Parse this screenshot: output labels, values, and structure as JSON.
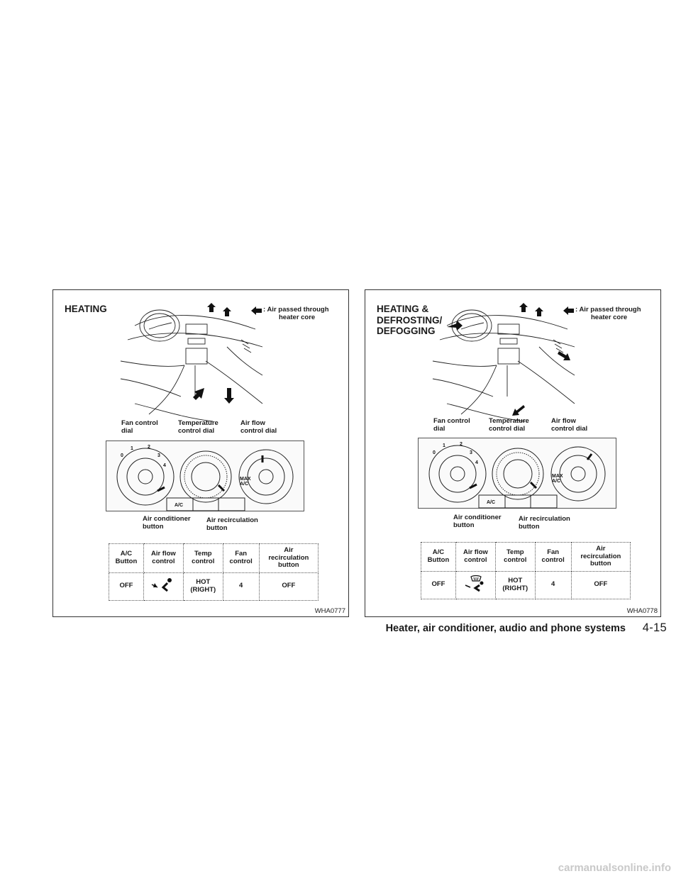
{
  "panels": [
    {
      "title": "HEATING",
      "legend": "Air passed through heater core",
      "legend_line1": ": Air passed through",
      "legend_line2": "heater core",
      "labels": {
        "fan_control_dial": "Fan control\ndial",
        "temperature_control_dial": "Temperature\ncontrol dial",
        "air_flow_control_dial": "Air flow\ncontrol dial",
        "air_conditioner_button": "Air conditioner\nbutton",
        "air_recirculation_button": "Air recirculation\nbutton"
      },
      "fan_ticks": [
        "0",
        "1",
        "2",
        "3",
        "4"
      ],
      "ac_label": "A/C",
      "max_ac_label": "MAX\nA/C",
      "table": {
        "headers": [
          "A/C\nButton",
          "Air flow\ncontrol",
          "Temp\ncontrol",
          "Fan\ncontrol",
          "Air\nrecirculation\nbutton"
        ],
        "row": [
          "OFF",
          "",
          "HOT\n(RIGHT)",
          "4",
          "OFF"
        ],
        "airflow_icon": "foot-vent-icon"
      },
      "code": "WHA0777"
    },
    {
      "title": "HEATING &\nDEFROSTING/\nDEFOGGING",
      "legend": "Air passed through heater core",
      "legend_line1": ": Air passed through",
      "legend_line2": "heater core",
      "labels": {
        "fan_control_dial": "Fan control\ndial",
        "temperature_control_dial": "Temperature\ncontrol dial",
        "air_flow_control_dial": "Air flow\ncontrol dial",
        "air_conditioner_button": "Air conditioner\nbutton",
        "air_recirculation_button": "Air recirculation\nbutton"
      },
      "fan_ticks": [
        "0",
        "1",
        "2",
        "3",
        "4"
      ],
      "ac_label": "A/C",
      "max_ac_label": "MAX\nA/C",
      "table": {
        "headers": [
          "A/C\nButton",
          "Air flow\ncontrol",
          "Temp\ncontrol",
          "Fan\ncontrol",
          "Air\nrecirculation\nbutton"
        ],
        "row": [
          "OFF",
          "",
          "HOT\n(RIGHT)",
          "4",
          "OFF"
        ],
        "airflow_icon": "defrost-foot-vent-icon"
      },
      "code": "WHA0778"
    }
  ],
  "footer": {
    "section": "Heater, air conditioner, audio and phone systems",
    "page": "4-15"
  },
  "watermark": "carmanualsonline.info"
}
